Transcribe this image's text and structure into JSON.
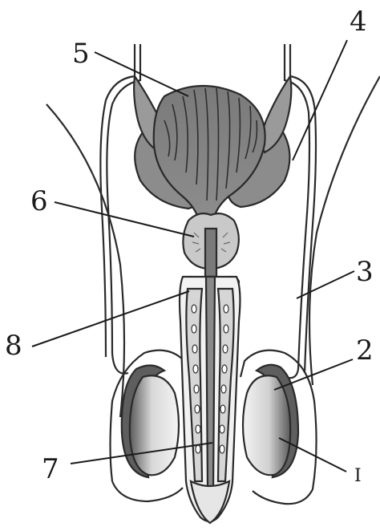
{
  "labels": {
    "l1": "I",
    "l2": "2",
    "l3": "3",
    "l4": "4",
    "l5": "5",
    "l6": "6",
    "l7": "7",
    "l8": "8"
  },
  "colors": {
    "tissue_dark": "#5e5e5e",
    "tissue_mid": "#8c8c8c",
    "tissue_light": "#b9b9b9",
    "tissue_pale": "#e2e2e2",
    "outline": "#2a2a2a"
  }
}
